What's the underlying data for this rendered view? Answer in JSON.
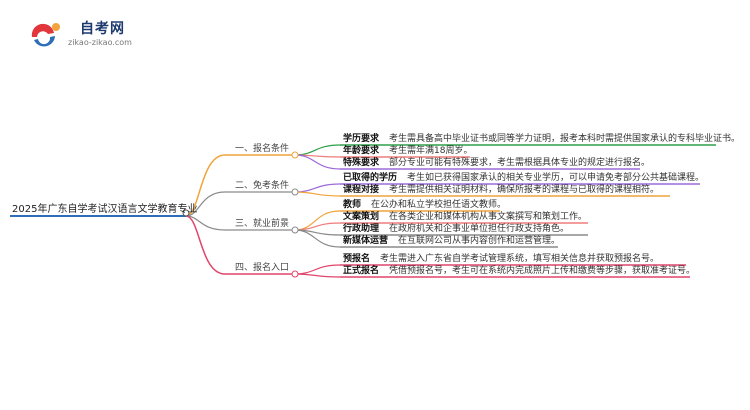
{
  "logo": {
    "title": "自考网",
    "subtitle": "zikao-zikao.com"
  },
  "root": "2025年广东自学考试汉语言文学教育专业",
  "branches": [
    {
      "label": "一、报名条件",
      "color": "#f0a43a",
      "leaves": [
        {
          "key": "学历要求",
          "text": "考生需具备高中毕业证书或同等学力证明，报考本科时需提供国家承认的专科毕业证书。",
          "color": "#2e9f4a"
        },
        {
          "key": "年龄要求",
          "text": "考生需年满18周岁。",
          "color": "#ef7b7b"
        },
        {
          "key": "特殊要求",
          "text": "部分专业可能有特殊要求，考生需根据具体专业的规定进行报名。",
          "color": "#9c6ad9"
        }
      ]
    },
    {
      "label": "二、免考条件",
      "color": "#8a8a8a",
      "leaves": [
        {
          "key": "已取得的学历",
          "text": "考生如已获得国家承认的相关专业学历，可以申请免考部分公共基础课程。",
          "color": "#9c6ad9"
        },
        {
          "key": "课程对接",
          "text": "考生需提供相关证明材料，确保所报考的课程与已取得的课程相符。",
          "color": "#f0a43a"
        }
      ]
    },
    {
      "label": "三、就业前景",
      "color": "#8a8a8a",
      "leaves": [
        {
          "key": "教师",
          "text": "在公办和私立学校担任语文教师。",
          "color": "#f0a43a"
        },
        {
          "key": "文案策划",
          "text": "在各类企业和媒体机构从事文案撰写和策划工作。",
          "color": "#ef7b7b"
        },
        {
          "key": "行政助理",
          "text": "在政府机关和企事业单位担任行政支持角色。",
          "color": "#8a8a8a"
        },
        {
          "key": "新媒体运营",
          "text": "在互联网公司从事内容创作和运营管理。",
          "color": "#8a8a8a"
        }
      ]
    },
    {
      "label": "四、报名入口",
      "color": "#e0456b",
      "leaves": [
        {
          "key": "预报名",
          "text": "考生需进入广东省自学考试管理系统，填写相关信息并获取预报名号。",
          "color": "#e0456b"
        },
        {
          "key": "正式报名",
          "text": "凭借预报名号，考生可在系统内完成照片上传和缴费等步骤，获取准考证号。",
          "color": "#e0456b"
        }
      ]
    }
  ]
}
